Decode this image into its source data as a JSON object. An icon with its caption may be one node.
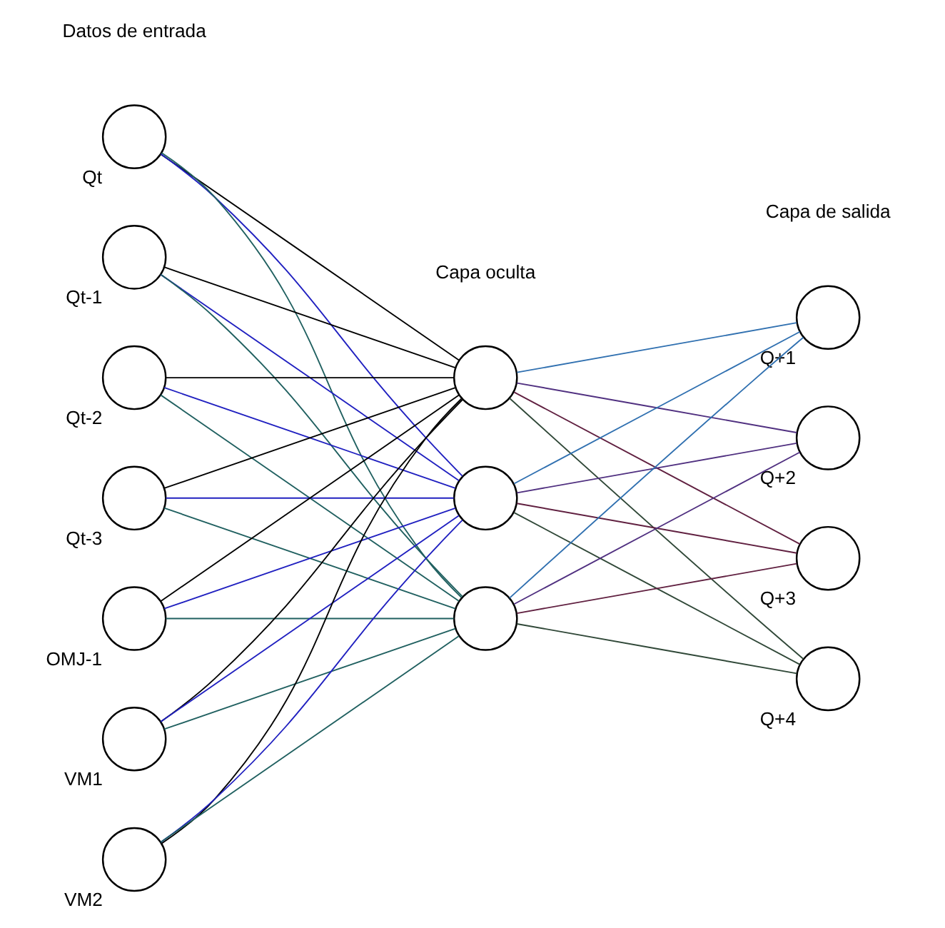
{
  "diagram": {
    "nodes": [
      {
        "text": [],
        "shape": "circle",
        "beside": [
          "Qt"
        ]
      },
      {
        "text": [],
        "shape": "circle",
        "beside": [
          "Qt-1"
        ]
      },
      {
        "text": [],
        "shape": "circle",
        "beside": [
          "Qt-2"
        ]
      },
      {
        "text": [],
        "shape": "circle",
        "beside": [
          "Qt-3"
        ]
      },
      {
        "text": [],
        "shape": "circle",
        "beside": [
          "OMJ-1"
        ]
      },
      {
        "text": [],
        "shape": "circle",
        "beside": [
          "VM1"
        ]
      },
      {
        "text": [],
        "shape": "circle",
        "beside": [
          "VM2"
        ]
      },
      {
        "text": [],
        "shape": "circle"
      },
      {
        "text": [],
        "shape": "circle"
      },
      {
        "text": [],
        "shape": "circle"
      },
      {
        "text": [],
        "shape": "circle",
        "beside": [
          "Q+1"
        ]
      },
      {
        "text": [],
        "shape": "circle",
        "beside": [
          "Q+2"
        ]
      },
      {
        "text": [],
        "shape": "circle",
        "beside": [
          "Q+3"
        ]
      },
      {
        "text": [],
        "shape": "circle",
        "beside": [
          "Q+4"
        ]
      }
    ],
    "edges": [
      {
        "from": 0,
        "to": 7,
        "arrow": "none"
      },
      {
        "from": 0,
        "to": 8,
        "arrow": "none",
        "color": "#2020c0"
      },
      {
        "from": 0,
        "to": 9,
        "arrow": "none",
        "color": "#206060"
      },
      {
        "from": 1,
        "to": 7,
        "arrow": "none"
      },
      {
        "from": 1,
        "to": 8,
        "arrow": "none",
        "color": "#2020c0"
      },
      {
        "from": 1,
        "to": 9,
        "arrow": "none",
        "color": "#206060"
      },
      {
        "from": 2,
        "to": 7,
        "arrow": "none"
      },
      {
        "from": 2,
        "to": 8,
        "arrow": "none",
        "color": "#2020c0"
      },
      {
        "from": 2,
        "to": 9,
        "arrow": "none",
        "color": "#206060"
      },
      {
        "from": 3,
        "to": 7,
        "arrow": "none"
      },
      {
        "from": 3,
        "to": 8,
        "arrow": "none",
        "color": "#2020c0"
      },
      {
        "from": 3,
        "to": 9,
        "arrow": "none",
        "color": "#206060"
      },
      {
        "from": 4,
        "to": 7,
        "arrow": "none"
      },
      {
        "from": 4,
        "to": 8,
        "arrow": "none",
        "color": "#2020c0"
      },
      {
        "from": 4,
        "to": 9,
        "arrow": "none",
        "color": "#206060"
      },
      {
        "from": 5,
        "to": 7,
        "arrow": "none"
      },
      {
        "from": 5,
        "to": 8,
        "arrow": "none",
        "color": "#2020c0"
      },
      {
        "from": 5,
        "to": 9,
        "arrow": "none",
        "color": "#206060"
      },
      {
        "from": 6,
        "to": 7,
        "arrow": "none"
      },
      {
        "from": 6,
        "to": 8,
        "arrow": "none",
        "color": "#2020c0"
      },
      {
        "from": 6,
        "to": 9,
        "arrow": "none",
        "color": "#206060"
      },
      {
        "from": 7,
        "to": 10,
        "arrow": "none",
        "color": "#3070b0"
      },
      {
        "from": 7,
        "to": 11,
        "arrow": "none",
        "color": "#503080"
      },
      {
        "from": 7,
        "to": 12,
        "arrow": "none",
        "color": "#602040"
      },
      {
        "from": 7,
        "to": 13,
        "arrow": "none",
        "color": "#304838"
      },
      {
        "from": 8,
        "to": 10,
        "arrow": "none",
        "color": "#3070b0"
      },
      {
        "from": 8,
        "to": 11,
        "arrow": "none",
        "color": "#503080"
      },
      {
        "from": 8,
        "to": 12,
        "arrow": "none",
        "color": "#602040"
      },
      {
        "from": 8,
        "to": 13,
        "arrow": "none",
        "color": "#304838"
      },
      {
        "from": 9,
        "to": 10,
        "arrow": "none",
        "color": "#3070b0"
      },
      {
        "from": 9,
        "to": 11,
        "arrow": "none",
        "color": "#503080"
      },
      {
        "from": 9,
        "to": 12,
        "arrow": "none",
        "color": "#602040"
      },
      {
        "from": 9,
        "to": 13,
        "arrow": "none",
        "color": "#304838"
      }
    ],
    "labels": [
      "Datos de entrada",
      "Capa de salida",
      "Capa oculta"
    ]
  }
}
